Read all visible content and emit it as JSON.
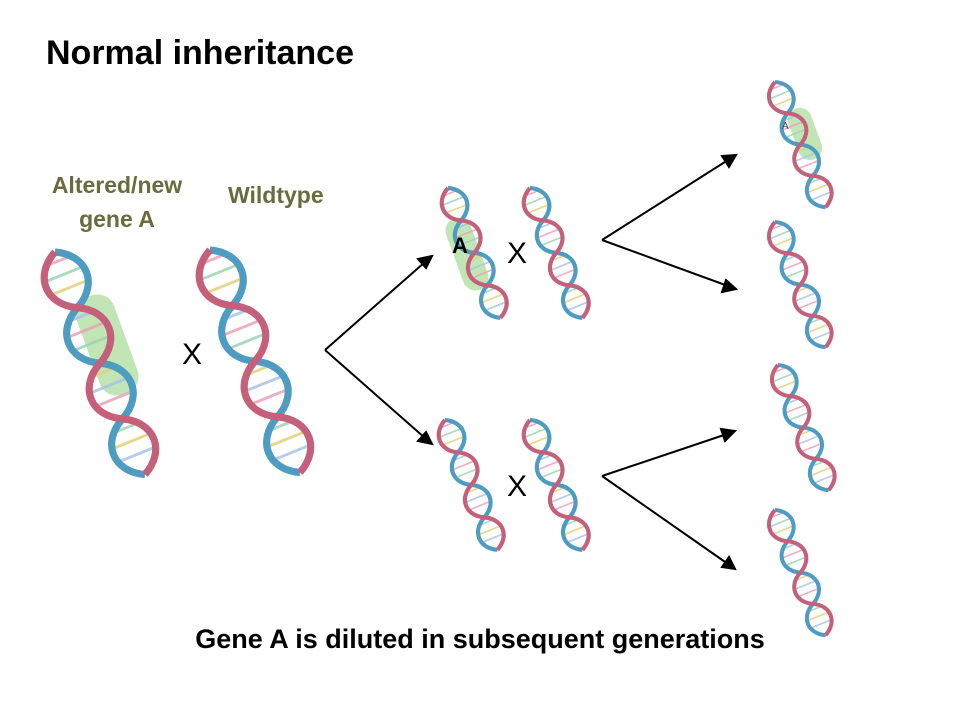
{
  "title": "Normal inheritance",
  "labels": {
    "altered": [
      "Altered/new",
      "gene A"
    ],
    "wildtype": "Wildtype"
  },
  "cross_symbol": "X",
  "gene_marker": "A",
  "footer": "Gene A is diluted in subsequent generations",
  "colors": {
    "highlight": "#b7e0a8",
    "strand_blue": "#4f9cc2",
    "strand_red": "#c4607a",
    "label": "#6b6b3f"
  }
}
